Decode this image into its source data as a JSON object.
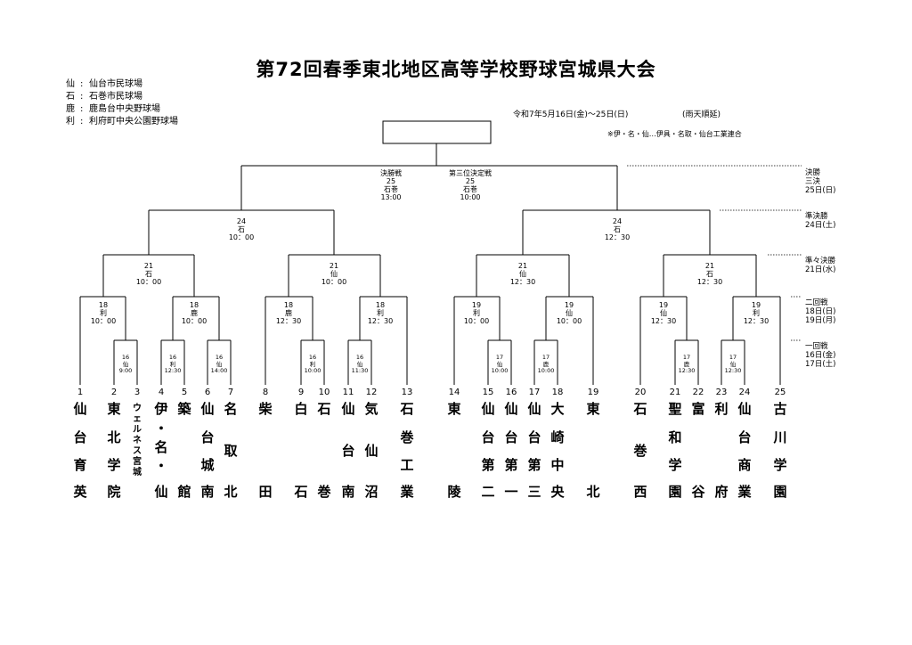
{
  "title": "第72回春季東北地区高等学校野球宮城県大会",
  "legend": [
    {
      "key": "仙",
      "sep": ":",
      "name": "仙台市民球場"
    },
    {
      "key": "石",
      "sep": ":",
      "name": "石巻市民球場"
    },
    {
      "key": "鹿",
      "sep": ":",
      "name": "鹿島台中央野球場"
    },
    {
      "key": "利",
      "sep": ":",
      "name": "利府町中央公園野球場"
    }
  ],
  "dates": "令和7年5月16日(金)～25日(日)",
  "rain_note": "(雨天順延)",
  "venue_note": "※伊・名・仙…伊具・名取・仙台工業連合",
  "rounds": {
    "final": [
      "決勝",
      "三決",
      "25日(日)"
    ],
    "semi": [
      "準決勝",
      "24日(土)"
    ],
    "quarter": [
      "準々決勝",
      "21日(水)"
    ],
    "second": [
      "二回戦",
      "18日(日)",
      "19日(月)"
    ],
    "first": [
      "一回戦",
      "16日(金)",
      "17日(土)"
    ]
  },
  "final_match": {
    "name": "決勝戦",
    "day": "25",
    "venue": "石巻",
    "time": "13:00"
  },
  "third_match": {
    "name": "第三位決定戦",
    "day": "25",
    "venue": "石巻",
    "time": "10:00"
  },
  "matches": {
    "semi": [
      {
        "day": "24",
        "venue": "石",
        "time": "10：00"
      },
      {
        "day": "24",
        "venue": "石",
        "time": "12：30"
      }
    ],
    "quarter": [
      {
        "day": "21",
        "venue": "石",
        "time": "10：00"
      },
      {
        "day": "21",
        "venue": "仙",
        "time": "10：00"
      },
      {
        "day": "21",
        "venue": "仙",
        "time": "12：30"
      },
      {
        "day": "21",
        "venue": "石",
        "time": "12：30"
      }
    ],
    "second": [
      {
        "day": "18",
        "venue": "利",
        "time": "10：00"
      },
      {
        "day": "18",
        "venue": "鹿",
        "time": "10：00"
      },
      {
        "day": "18",
        "venue": "鹿",
        "time": "12：30"
      },
      {
        "day": "18",
        "venue": "利",
        "time": "12：30"
      },
      {
        "day": "19",
        "venue": "利",
        "time": "10：00"
      },
      {
        "day": "19",
        "venue": "仙",
        "time": "10：00"
      },
      {
        "day": "19",
        "venue": "仙",
        "time": "12：30"
      },
      {
        "day": "19",
        "venue": "利",
        "time": "12：30"
      }
    ],
    "first": [
      {
        "day": "16",
        "venue": "仙",
        "time": "9:00"
      },
      {
        "day": "16",
        "venue": "利",
        "time": "12:30"
      },
      {
        "day": "16",
        "venue": "仙",
        "time": "14:00"
      },
      {
        "day": "16",
        "venue": "利",
        "time": "10:00"
      },
      {
        "day": "16",
        "venue": "仙",
        "time": "11:30"
      },
      {
        "day": "17",
        "venue": "仙",
        "time": "10:00"
      },
      {
        "day": "17",
        "venue": "鹿",
        "time": "10:00"
      },
      {
        "day": "17",
        "venue": "鹿",
        "time": "12:30"
      },
      {
        "day": "17",
        "venue": "仙",
        "time": "12:30"
      }
    ]
  },
  "teams": [
    {
      "no": "1",
      "chars": [
        "仙",
        "台",
        "育",
        "英"
      ]
    },
    {
      "no": "2",
      "chars": [
        "東",
        "北",
        "学",
        "院"
      ]
    },
    {
      "no": "3",
      "chars": [
        "ウ",
        "ェ",
        "ル",
        "ネ",
        "ス",
        "宮",
        "城"
      ]
    },
    {
      "no": "4",
      "chars": [
        "伊",
        "・",
        "名",
        "・",
        "仙"
      ]
    },
    {
      "no": "5",
      "chars": [
        "築",
        "館"
      ]
    },
    {
      "no": "6",
      "chars": [
        "仙",
        "台",
        "城",
        "南"
      ]
    },
    {
      "no": "7",
      "chars": [
        "名",
        "取",
        "北"
      ]
    },
    {
      "no": "8",
      "chars": [
        "柴",
        "田"
      ]
    },
    {
      "no": "9",
      "chars": [
        "白",
        "石"
      ]
    },
    {
      "no": "10",
      "chars": [
        "石",
        "巻"
      ]
    },
    {
      "no": "11",
      "chars": [
        "仙",
        "台",
        "南"
      ]
    },
    {
      "no": "12",
      "chars": [
        "気",
        "仙",
        "沼"
      ]
    },
    {
      "no": "13",
      "chars": [
        "石",
        "巻",
        "工",
        "業"
      ]
    },
    {
      "no": "14",
      "chars": [
        "東",
        "陵"
      ]
    },
    {
      "no": "15",
      "chars": [
        "仙",
        "台",
        "第",
        "二"
      ]
    },
    {
      "no": "16",
      "chars": [
        "仙",
        "台",
        "第",
        "一"
      ]
    },
    {
      "no": "17",
      "chars": [
        "仙",
        "台",
        "第",
        "三"
      ]
    },
    {
      "no": "18",
      "chars": [
        "大",
        "崎",
        "中",
        "央"
      ]
    },
    {
      "no": "19",
      "chars": [
        "東",
        "北"
      ]
    },
    {
      "no": "20",
      "chars": [
        "石",
        "巻",
        "西"
      ]
    },
    {
      "no": "21",
      "chars": [
        "聖",
        "和",
        "学",
        "園"
      ]
    },
    {
      "no": "22",
      "chars": [
        "富",
        "谷"
      ]
    },
    {
      "no": "23",
      "chars": [
        "利",
        "府"
      ]
    },
    {
      "no": "24",
      "chars": [
        "仙",
        "台",
        "商",
        "業"
      ]
    },
    {
      "no": "25",
      "chars": [
        "古",
        "川",
        "学",
        "園"
      ]
    }
  ]
}
